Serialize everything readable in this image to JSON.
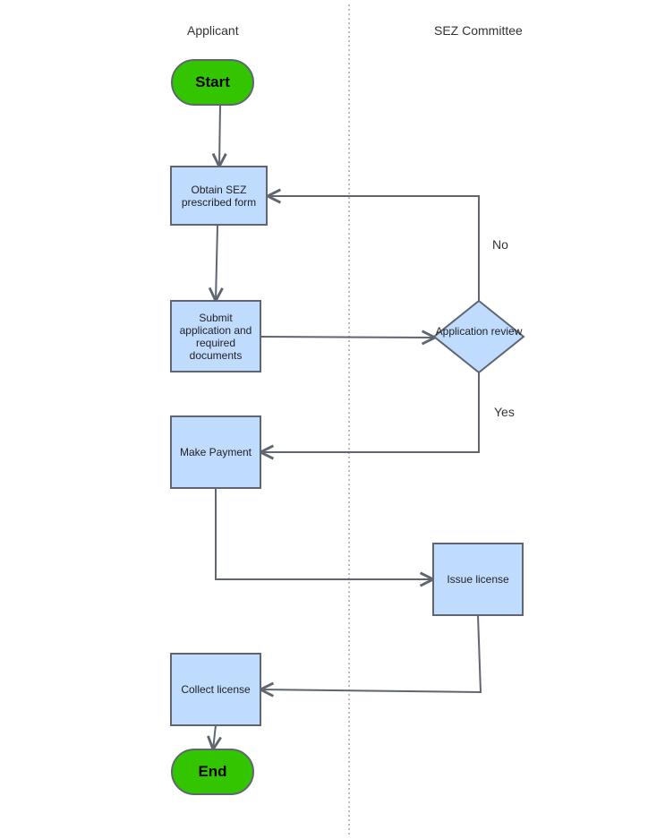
{
  "lanes": {
    "applicant": "Applicant",
    "committee": "SEZ Committee"
  },
  "nodes": {
    "start": "Start",
    "obtain_form": "Obtain SEZ prescribed form",
    "submit_application": "Submit application and required documents",
    "application_review": "Application review",
    "make_payment": "Make Payment",
    "issue_license": "Issue license",
    "collect_license": "Collect license",
    "end": "End"
  },
  "edges": {
    "no_label": "No",
    "yes_label": "Yes"
  },
  "colors": {
    "process_fill": "#bfdcff",
    "terminal_fill": "#33c600",
    "stroke": "#5f6670"
  }
}
